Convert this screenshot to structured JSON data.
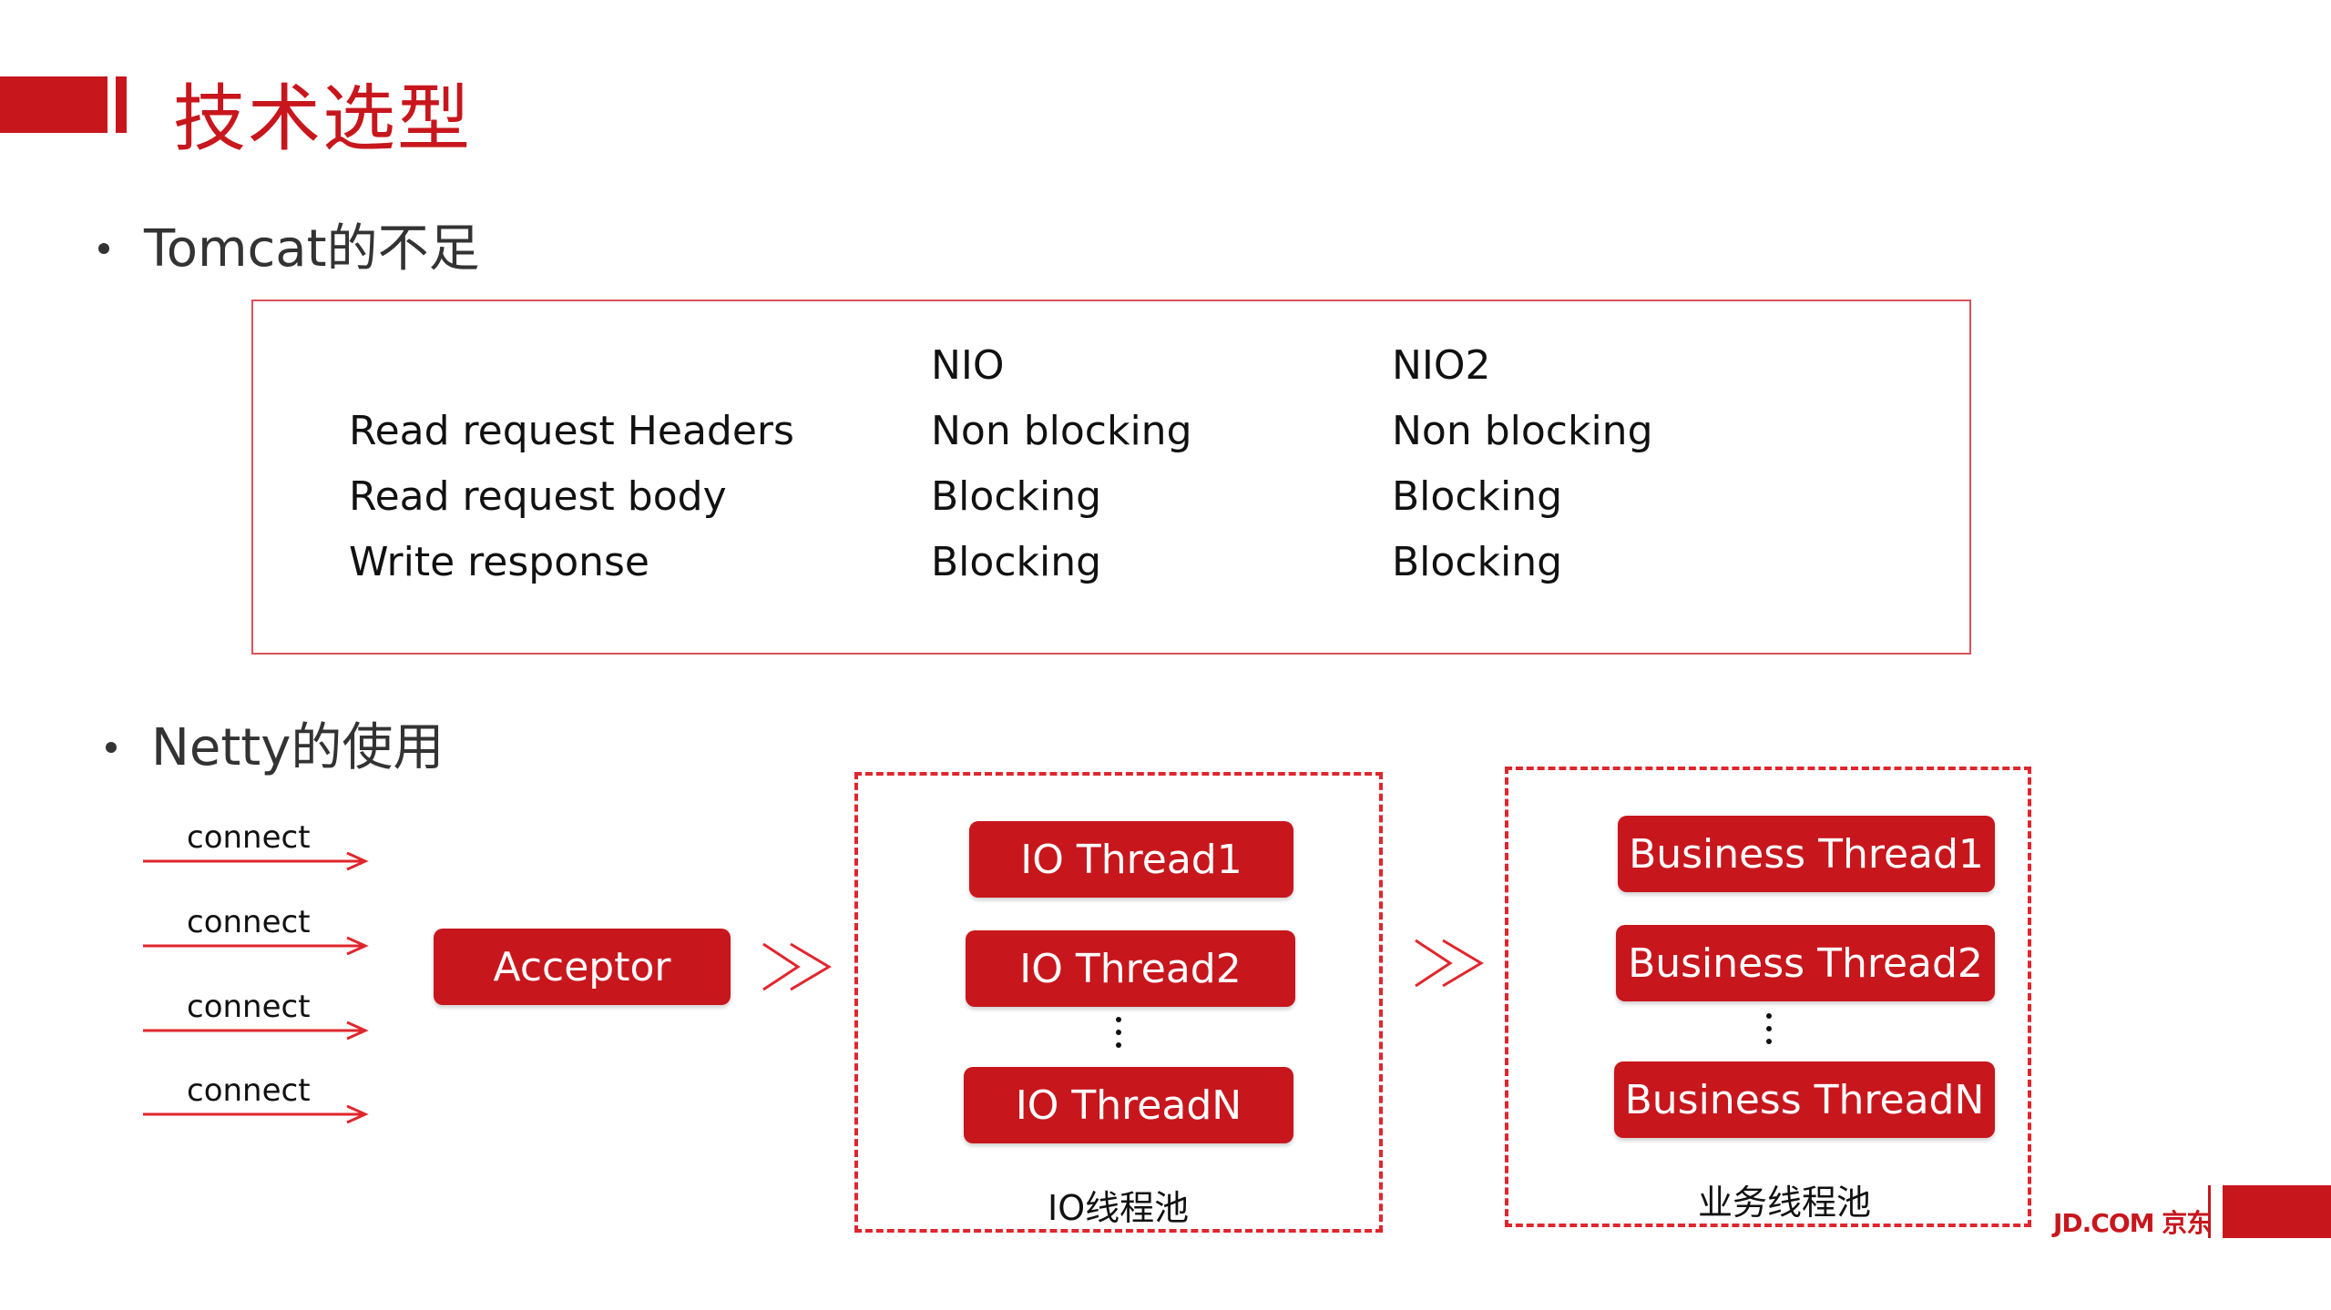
{
  "title": "技术选型",
  "sections": {
    "tomcat": {
      "label": "Tomcat的不足"
    },
    "netty": {
      "label": "Netty的使用"
    }
  },
  "table": {
    "headers": [
      "",
      "NIO",
      "NIO2"
    ],
    "rows": [
      [
        "Read request Headers",
        "Non blocking",
        "Non blocking"
      ],
      [
        "Read request body",
        "Blocking",
        "Blocking"
      ],
      [
        "Write response",
        "Blocking",
        "Blocking"
      ]
    ]
  },
  "diagram": {
    "connect_labels": [
      "connect",
      "connect",
      "connect",
      "connect"
    ],
    "acceptor": "Acceptor",
    "flow_arrow": "≫",
    "io_pool": {
      "threads": [
        "IO Thread1",
        "IO Thread2",
        "IO ThreadN"
      ],
      "ellipsis": "⋮",
      "label": "IO线程池"
    },
    "business_pool": {
      "threads": [
        "Business Thread1",
        "Business Thread2",
        "Business ThreadN"
      ],
      "ellipsis": "⋮",
      "label": "业务线程池"
    }
  },
  "footer": {
    "logo": "JD.COM 京东"
  },
  "colors": {
    "brand_red": "#c8161d",
    "box_border": "#d7535b",
    "dash_red": "#e0262d"
  }
}
